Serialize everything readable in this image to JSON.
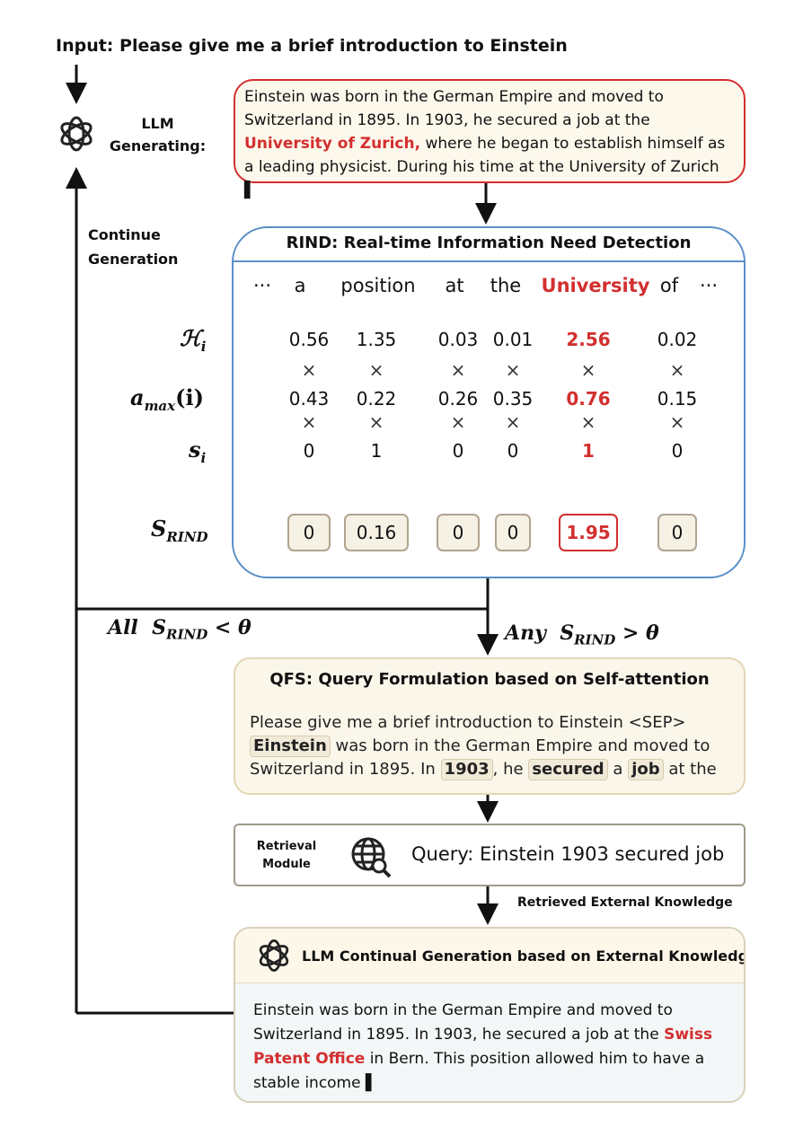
{
  "input_text": "Input: Please give me a brief introduction to Einstein",
  "llm_label": "LLM Generating:",
  "continue_label": "Continue Generation",
  "generation": {
    "before": "Einstein was born in the German Empire and moved to Switzerland in 1895. In 1903, he secured a job at the ",
    "highlight": "University of Zurich,",
    "after": " where he began to establish himself as a leading physicist. During his time at the University of Zurich ▌"
  },
  "rind": {
    "title": "RIND: Real-time Information Need Detection",
    "ellipsis_left": "···",
    "ellipsis_right": "···",
    "tokens": [
      "a",
      "position",
      "at",
      "the",
      "University",
      "of"
    ],
    "times": "×",
    "rows": {
      "h_label": "ℋ",
      "h_sub": "i",
      "a_label": "a",
      "a_sub": "max",
      "a_arg": "(i)",
      "s_label": "s",
      "s_sub": "i",
      "S_label": "S",
      "S_sub": "RIND"
    },
    "columns": [
      {
        "h": "0.56",
        "a": "0.43",
        "s": "0",
        "S": "0"
      },
      {
        "h": "1.35",
        "a": "0.22",
        "s": "1",
        "S": "0.16"
      },
      {
        "h": "0.03",
        "a": "0.26",
        "s": "0",
        "S": "0"
      },
      {
        "h": "0.01",
        "a": "0.35",
        "s": "0",
        "S": "0"
      },
      {
        "h": "2.56",
        "a": "0.76",
        "s": "1",
        "S": "1.95"
      },
      {
        "h": "0.02",
        "a": "0.15",
        "s": "0",
        "S": "0"
      }
    ]
  },
  "conditions": {
    "all_prefix": "All",
    "all_S": "S",
    "all_sub": "RIND",
    "all_rel": "< θ",
    "any_prefix": "Any",
    "any_S": "S",
    "any_sub": "RIND",
    "any_rel": "> θ"
  },
  "qfs": {
    "title": "QFS: Query Formulation based on Self-attention",
    "line1": "Please give me a brief introduction to Einstein <SEP>",
    "w_einstein": "Einstein",
    "t2": " was born in the German Empire and moved to",
    "t3": "Switzerland in 1895. In ",
    "w_1903": "1903",
    "t4": ", he ",
    "w_secured": "secured",
    "t5": " a ",
    "w_job": "job",
    "t6": " at the"
  },
  "retrieval": {
    "label": "Retrieval Module",
    "query": "Query: Einstein 1903 secured job",
    "retrieved_label": "Retrieved External Knowledge"
  },
  "continual": {
    "title": "LLM Continual Generation based on External Knowledge",
    "before": "Einstein was born in the German Empire and moved to Switzerland in 1895. In 1903, he secured a job at the ",
    "highlight": "Swiss Patent Office",
    "after": " in Bern. This position allowed him to have a stable income ▌"
  },
  "colors": {
    "accent_red": "#d32f2f",
    "rind_blue": "#5b8fc7"
  }
}
